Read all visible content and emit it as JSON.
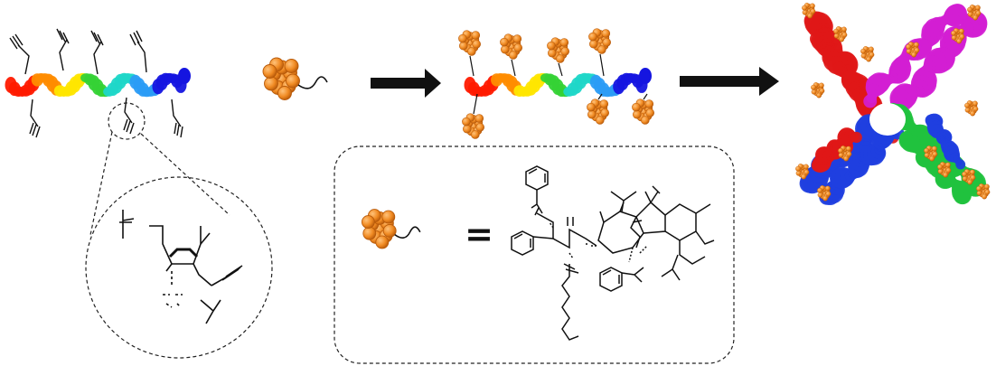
{
  "figure": {
    "equals_symbol": "=",
    "panels": [
      {
        "id": "helix-with-alkynes",
        "icon": "rainbow-helix-with-alkyne-sidechains"
      },
      {
        "id": "drug-payload",
        "icon": "orange-sphere-cluster-with-tail"
      },
      {
        "id": "conjugated-helix",
        "icon": "rainbow-helix-with-orange-clusters"
      },
      {
        "id": "assembled-cross",
        "icon": "four-arm-assembly-decorated"
      }
    ],
    "arrows": 2,
    "colors": {
      "helix": [
        "#ff1a00",
        "#ff8c00",
        "#ffe600",
        "#35d235",
        "#1fd7c8",
        "#2b9cf5",
        "#1515e0"
      ],
      "payload": "#f08a22",
      "payload_dark": "#b85a0a",
      "arrow": "#111111",
      "cross_arms": [
        "#e01818",
        "#d21ed2",
        "#1f3fe0",
        "#21c23e"
      ]
    }
  }
}
